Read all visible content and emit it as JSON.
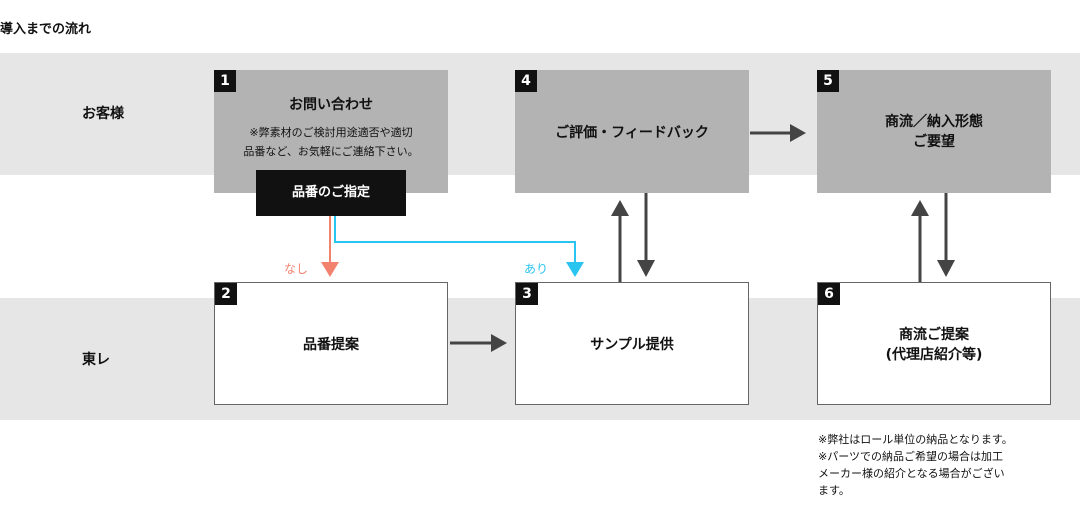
{
  "title": "導入までの流れ",
  "lanes": {
    "customer": "お客様",
    "company": "東レ"
  },
  "steps": {
    "s1": {
      "num": "1",
      "title": "お問い合わせ",
      "sub1": "※弊素材のご検討用途適否や適切",
      "sub2": "品番など、お気軽にご連絡下さい。"
    },
    "s2": {
      "num": "2",
      "title": "品番提案"
    },
    "s3": {
      "num": "3",
      "title": "サンプル提供"
    },
    "s4": {
      "num": "4",
      "title": "ご評価・フィードバック"
    },
    "s5": {
      "num": "5",
      "line1": "商流／納入形態",
      "line2": "ご要望"
    },
    "s6": {
      "num": "6",
      "line1": "商流ご提案",
      "line2": "(代理店紹介等)"
    }
  },
  "designation": "品番のご指定",
  "branch": {
    "no": "なし",
    "yes": "あり"
  },
  "colors": {
    "no_arrow": "#f2826e",
    "yes_arrow": "#29c4f0",
    "arrow": "#444444"
  },
  "notes": [
    "※弊社はロール単位の納品となります。",
    "※パーツでの納品ご希望の場合は加工",
    "メーカー様の紹介となる場合がござい",
    "ます。"
  ]
}
